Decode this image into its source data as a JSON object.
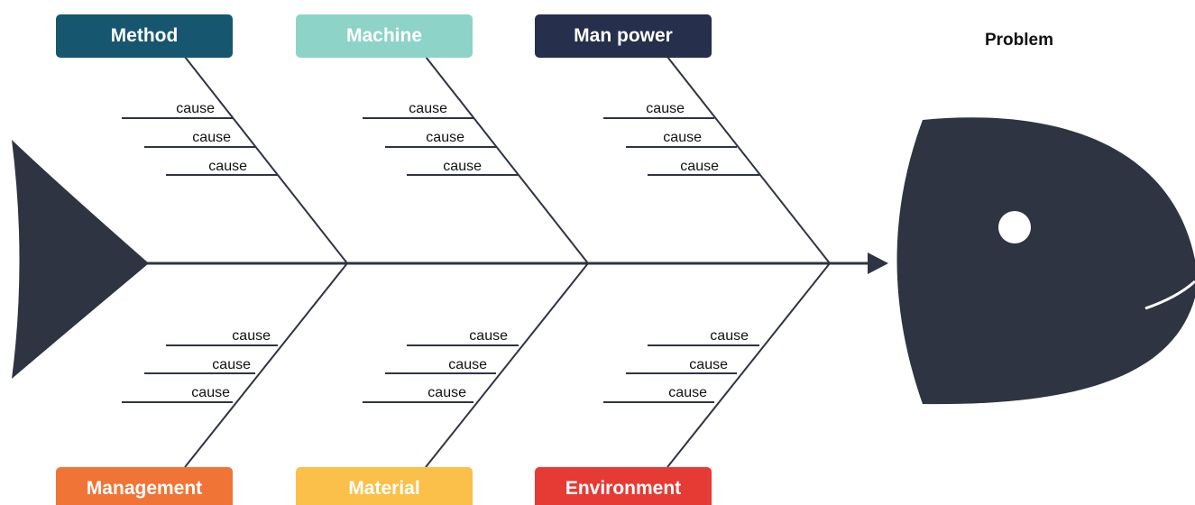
{
  "problem": {
    "label": "Problem"
  },
  "categories": {
    "method": {
      "label": "Method",
      "color": "#17566f"
    },
    "machine": {
      "label": "Machine",
      "color": "#8ed3c8"
    },
    "manpower": {
      "label": "Man power",
      "color": "#262f4b"
    },
    "management": {
      "label": "Management",
      "color": "#f07436"
    },
    "material": {
      "label": "Material",
      "color": "#fbc04a"
    },
    "environment": {
      "label": "Environment",
      "color": "#e63a35"
    }
  },
  "causes": {
    "method": [
      "cause",
      "cause",
      "cause"
    ],
    "machine": [
      "cause",
      "cause",
      "cause"
    ],
    "manpower": [
      "cause",
      "cause",
      "cause"
    ],
    "management": [
      "cause",
      "cause",
      "cause"
    ],
    "material": [
      "cause",
      "cause",
      "cause"
    ],
    "environment": [
      "cause",
      "cause",
      "cause"
    ]
  },
  "colors": {
    "fish": "#2f3442",
    "line": "#2f3442",
    "eye": "#ffffff"
  },
  "icons": {
    "tail": "fish-tail-icon",
    "head": "fish-head-icon"
  }
}
